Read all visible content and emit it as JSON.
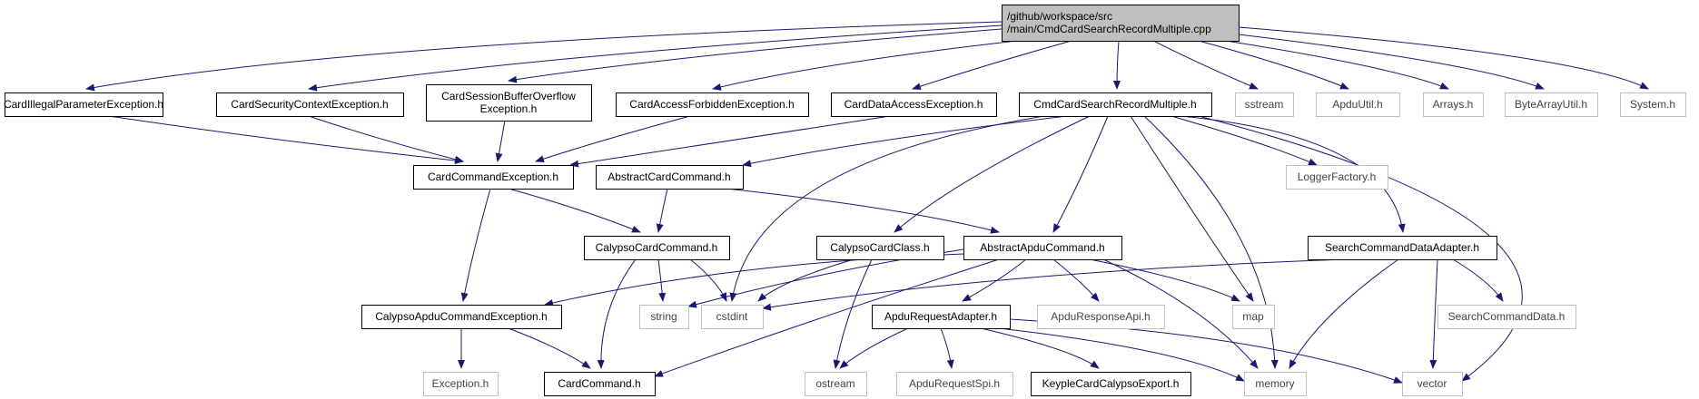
{
  "colors": {
    "edge": "#191970",
    "node_border_normal": "#000000",
    "node_border_external": "#bfbfbf",
    "root_fill": "#bfbfbf",
    "text_normal": "#000000",
    "text_external": "#444444"
  },
  "nodes": {
    "root": {
      "lines": [
        "/github/workspace/src",
        "/main/CmdCardSearchRecordMultiple.cpp"
      ],
      "style": "root"
    },
    "cipe": {
      "lines": [
        "CardIllegalParameterException.h"
      ],
      "style": "normal"
    },
    "csce": {
      "lines": [
        "CardSecurityContextException.h"
      ],
      "style": "normal"
    },
    "csboe": {
      "lines": [
        "CardSessionBufferOverflow",
        "Exception.h"
      ],
      "style": "normal"
    },
    "cafe": {
      "lines": [
        "CardAccessForbiddenException.h"
      ],
      "style": "normal"
    },
    "cdae": {
      "lines": [
        "CardDataAccessException.h"
      ],
      "style": "normal"
    },
    "ccsrm": {
      "lines": [
        "CmdCardSearchRecordMultiple.h"
      ],
      "style": "normal"
    },
    "sstream": {
      "lines": [
        "sstream"
      ],
      "style": "external"
    },
    "apduutil": {
      "lines": [
        "ApduUtil.h"
      ],
      "style": "external"
    },
    "arrays": {
      "lines": [
        "Arrays.h"
      ],
      "style": "external"
    },
    "bau": {
      "lines": [
        "ByteArrayUtil.h"
      ],
      "style": "external"
    },
    "system": {
      "lines": [
        "System.h"
      ],
      "style": "external"
    },
    "cce": {
      "lines": [
        "CardCommandException.h"
      ],
      "style": "normal"
    },
    "acc": {
      "lines": [
        "AbstractCardCommand.h"
      ],
      "style": "normal"
    },
    "logger": {
      "lines": [
        "LoggerFactory.h"
      ],
      "style": "external"
    },
    "cpcc": {
      "lines": [
        "CalypsoCardCommand.h"
      ],
      "style": "normal"
    },
    "cpcls": {
      "lines": [
        "CalypsoCardClass.h"
      ],
      "style": "normal"
    },
    "aac": {
      "lines": [
        "AbstractApduCommand.h"
      ],
      "style": "normal"
    },
    "scda": {
      "lines": [
        "SearchCommandDataAdapter.h"
      ],
      "style": "normal"
    },
    "cace": {
      "lines": [
        "CalypsoApduCommandException.h"
      ],
      "style": "normal"
    },
    "string": {
      "lines": [
        "string"
      ],
      "style": "external"
    },
    "cstdint": {
      "lines": [
        "cstdint"
      ],
      "style": "external"
    },
    "ara": {
      "lines": [
        "ApduRequestAdapter.h"
      ],
      "style": "normal"
    },
    "arapi": {
      "lines": [
        "ApduResponseApi.h"
      ],
      "style": "external"
    },
    "map": {
      "lines": [
        "map"
      ],
      "style": "external"
    },
    "scd": {
      "lines": [
        "SearchCommandData.h"
      ],
      "style": "external"
    },
    "exception": {
      "lines": [
        "Exception.h"
      ],
      "style": "external"
    },
    "cc": {
      "lines": [
        "CardCommand.h"
      ],
      "style": "normal"
    },
    "ostream": {
      "lines": [
        "ostream"
      ],
      "style": "external"
    },
    "arspi": {
      "lines": [
        "ApduRequestSpi.h"
      ],
      "style": "external"
    },
    "kcce": {
      "lines": [
        "KeypleCardCalypsoExport.h"
      ],
      "style": "normal"
    },
    "memory": {
      "lines": [
        "memory"
      ],
      "style": "external"
    },
    "vector": {
      "lines": [
        "vector"
      ],
      "style": "external"
    }
  }
}
